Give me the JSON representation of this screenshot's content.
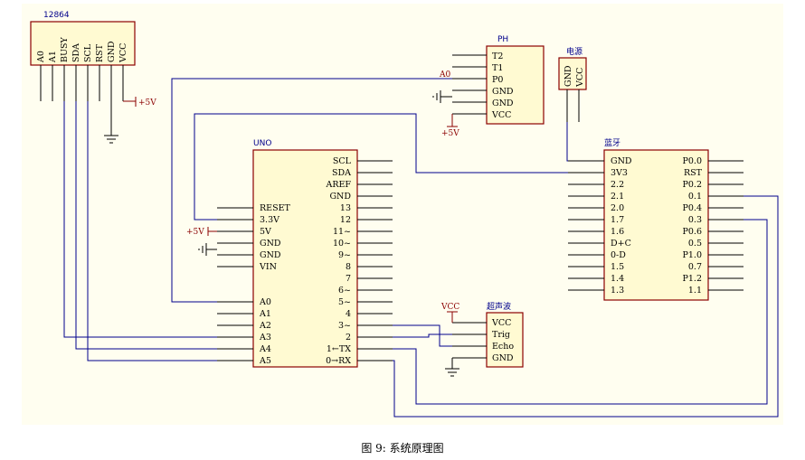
{
  "caption": "图 9: 系统原理图",
  "lcd": {
    "title": "12864",
    "pins": [
      "A0",
      "A1",
      "BUSY",
      "SDA",
      "SCL",
      "RST",
      "GND",
      "VCC"
    ],
    "power": "+5V"
  },
  "ph": {
    "title": "PH",
    "pins": [
      "T2",
      "T1",
      "P0",
      "GND",
      "GND",
      "VCC"
    ],
    "net_in": "A0",
    "power": "+5V"
  },
  "power_header": {
    "title": "电源",
    "pins": [
      "GND",
      "VCC"
    ]
  },
  "bluetooth": {
    "title": "蓝牙",
    "left_pins": [
      "GND",
      "3V3",
      "2.2",
      "2.1",
      "2.0",
      "1.7",
      "1.6",
      "D+C",
      "0-D",
      "1.5",
      "1.4",
      "1.3"
    ],
    "right_pins": [
      "P0.0",
      "RST",
      "P0.2",
      "0.1",
      "P0.4",
      "0.3",
      "P0.6",
      "0.5",
      "P1.0",
      "0.7",
      "P1.2",
      "1.1"
    ]
  },
  "uno": {
    "title": "UNO",
    "right_pins": [
      "SCL",
      "SDA",
      "AREF",
      "GND",
      "13",
      "12",
      "11~",
      "10~",
      "9~",
      "8",
      "7",
      "6~",
      "5~",
      "4",
      "3~",
      "2",
      "1←TX",
      "0→RX"
    ],
    "left_pins": [
      "RESET",
      "3.3V",
      "5V",
      "GND",
      "GND",
      "VIN",
      "A0",
      "A1",
      "A2",
      "A3",
      "A4",
      "A5"
    ],
    "power": "+5V"
  },
  "ultrasonic": {
    "title": "超声波",
    "pins": [
      "VCC",
      "Trig",
      "Echo",
      "GND"
    ],
    "power": "VCC"
  }
}
